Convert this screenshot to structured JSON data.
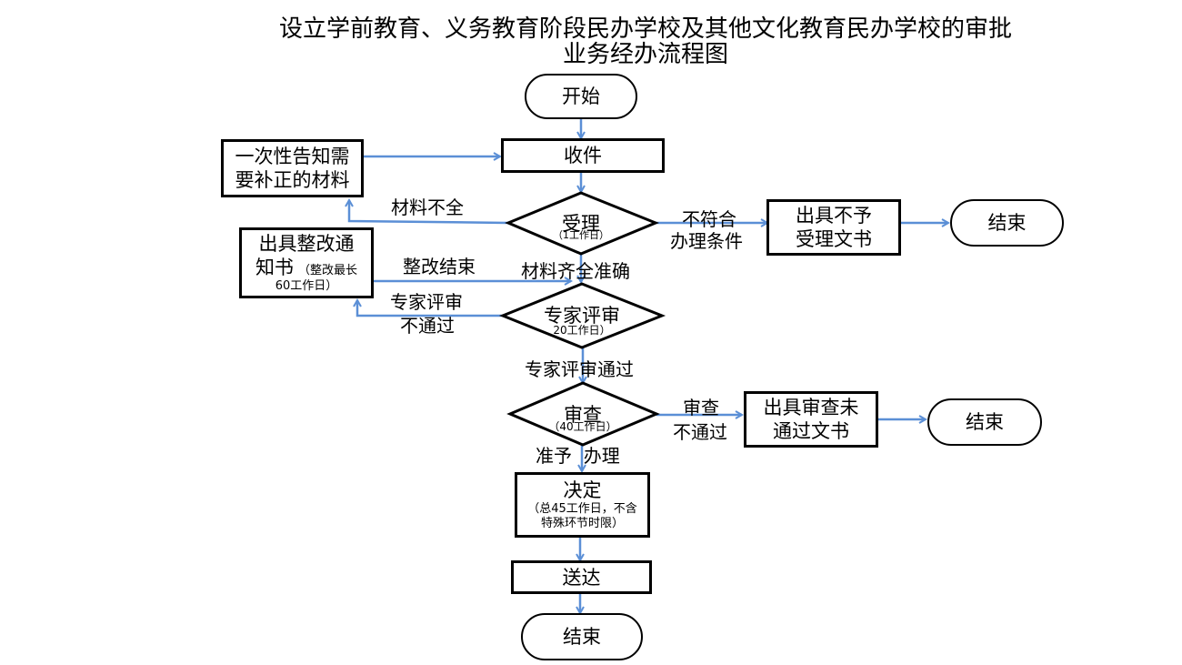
{
  "title": {
    "line1": "设立学前教育、义务教育阶段民办学校及其他文化教育民办学校的审批",
    "line2": "业务经办流程图"
  },
  "nodes": {
    "start": "开始",
    "receive": "收件",
    "notify_materials": {
      "line1": "一次性告知需",
      "line2": "要补正的材料"
    },
    "accept": {
      "main": "受理",
      "sub": "（1工作日）"
    },
    "reject_doc": {
      "line1": "出具不予",
      "line2": "受理文书"
    },
    "end1": "结束",
    "rectify_notice": {
      "line1": "出具整改通",
      "line2": "知书",
      "note1": "（整改最长",
      "note2": "60工作日）"
    },
    "expert_review": {
      "main": "专家评审",
      "sub": "20工作日）"
    },
    "examine": {
      "main": "审查",
      "sub": "（40工作日）"
    },
    "fail_doc": {
      "line1": "出具审查未",
      "line2": "通过文书"
    },
    "end2": "结束",
    "decision": {
      "main": "决定",
      "note1": "（总45工作日，不含",
      "note2": "特殊环节时限）"
    },
    "deliver": "送达",
    "end3": "结束"
  },
  "edge_labels": {
    "incomplete": "材料不全",
    "not_eligible_1": "不符合",
    "not_eligible_2": "办理条件",
    "rectify_done": "整改结束",
    "complete": "材料齐全准确",
    "expert_fail_1": "专家评审",
    "expert_fail_2": "不通过",
    "expert_pass": "专家评审通过",
    "exam_fail_1": "审查",
    "exam_fail_2": "不通过",
    "approve": "准予  办理"
  },
  "colors": {
    "connector": "#5b8fd6",
    "border": "#000000"
  }
}
